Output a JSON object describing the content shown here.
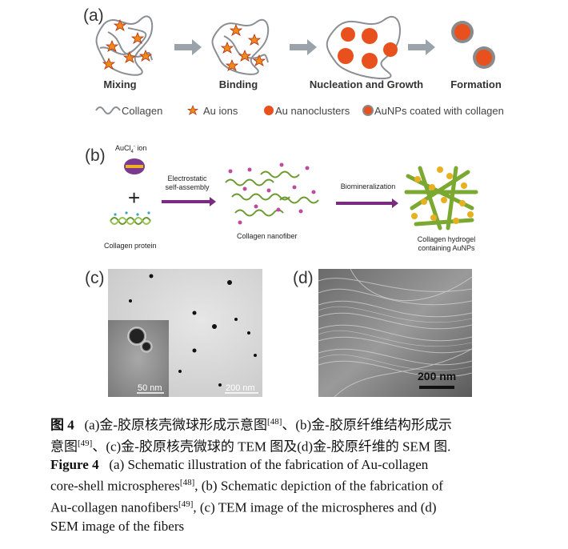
{
  "panel_a": {
    "label": "(a)",
    "stages": [
      "Mixing",
      "Binding",
      "Nucleation and Growth",
      "Formation"
    ],
    "legend": [
      "Collagen",
      "Au ions",
      "Au nanoclusters",
      "AuNPs coated with collagen"
    ]
  },
  "panel_b": {
    "label": "(b)",
    "ion_label": "AuCl",
    "ion_sub": "4",
    "ion_sup": "-",
    "ion_word": " ion",
    "plus": "+",
    "collagen_protein": "Collagen protein",
    "arrow1": [
      "Electrostatic",
      "self-assembly"
    ],
    "collagen_nanofiber": "Collagen nanofiber",
    "arrow2": "Biomineralization",
    "hydrogel": [
      "Collagen hydrogel",
      "containing AuNPs"
    ]
  },
  "panel_c": {
    "label": "(c)",
    "scale_inset": "50 nm",
    "scale_main": "200 nm"
  },
  "panel_d": {
    "label": "(d)",
    "scale": "200 nm"
  },
  "caption": {
    "cn_fig": "图 4",
    "cn_line1": "(a)金-胶原核壳微球形成示意图",
    "ref48": "[48]",
    "cn_line1b": "、(b)金-胶原纤维结构形成示",
    "cn_line2a": "意图",
    "ref49": "[49]",
    "cn_line2b": "、(c)金-胶原核壳微球的 TEM 图及(d)金-胶原纤维的 SEM 图.",
    "en_fig": "Figure 4",
    "en_line1": "(a) Schematic illustration of the fabrication of Au-collagen",
    "en_line2a": "core-shell microspheres",
    "en_line2b": ", (b) Schematic depiction of the fabrication of",
    "en_line3a": "Au-collagen nanofibers",
    "en_line3b": ", (c) TEM image of the microspheres and (d)",
    "en_line4": "SEM image of the fibers"
  },
  "colors": {
    "gold": "#f08a1a",
    "sphere": "#e8501e",
    "arrow_gray": "#9aa2aa",
    "arrow_purple": "#7a2a80",
    "collagen_green": "#7aa830"
  }
}
